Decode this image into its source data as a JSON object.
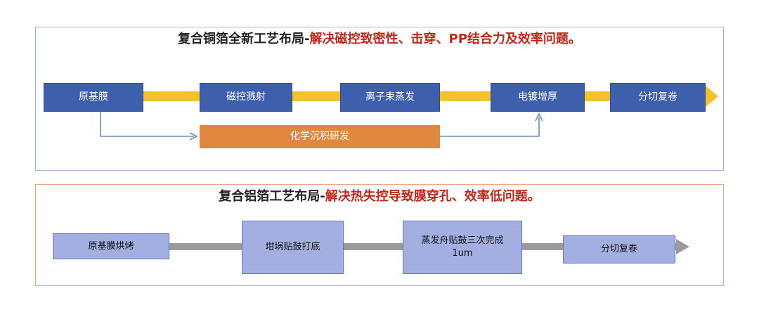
{
  "section1": {
    "title_black": "复合铜箔全新工艺布局-",
    "title_red": "解决磁控致密性、击穿、PP结合力及效率问题。",
    "steps": [
      "原基膜",
      "磁控溅射",
      "离子束蒸发",
      "电镀增厚",
      "分切复卷"
    ],
    "branch": "化学沉积研发"
  },
  "section2": {
    "title_black": "复合铝箔工艺布局-",
    "title_red": "解决热失控导致膜穿孔、效率低问题。",
    "steps": [
      "原基膜烘烤",
      "坩埚贴鼓打底",
      "蒸发舟贴鼓三次完成",
      "分切复卷"
    ],
    "step3_line2": "1um"
  },
  "colors": {
    "blue_box": "#3d5fae",
    "yellow_arrow": "#f3c233",
    "orange_box": "#e08840",
    "lavender_box": "#a3aee1",
    "gray_arrow": "#9b9b9b",
    "title_red": "#c0271b",
    "connector": "#6c8fb6"
  }
}
